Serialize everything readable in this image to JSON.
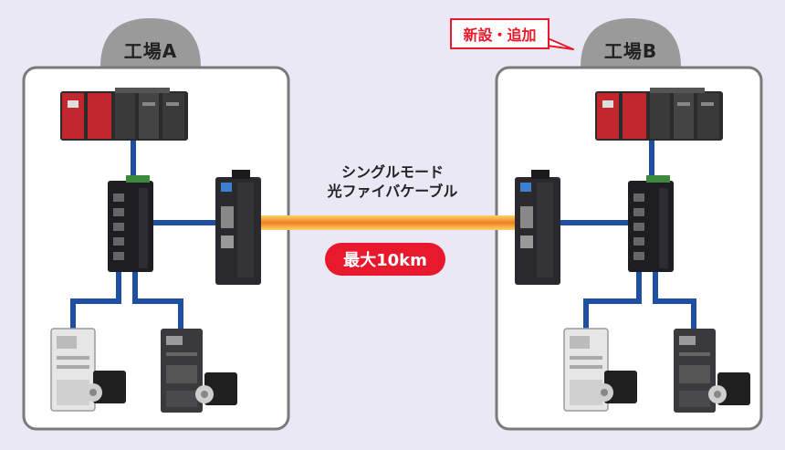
{
  "factory_a": {
    "label": "工場A"
  },
  "factory_b": {
    "label": "工場B"
  },
  "new_badge": "新設・追加",
  "cable": {
    "line1": "シングルモード",
    "line2": "光ファイバケーブル"
  },
  "distance": "最大10km",
  "colors": {
    "background": "#e9e8f4",
    "network_line": "#1f4fa0",
    "fiber": "#f07f1f",
    "accent_red": "#e8192c",
    "tab_gray": "#9a9a9a"
  }
}
